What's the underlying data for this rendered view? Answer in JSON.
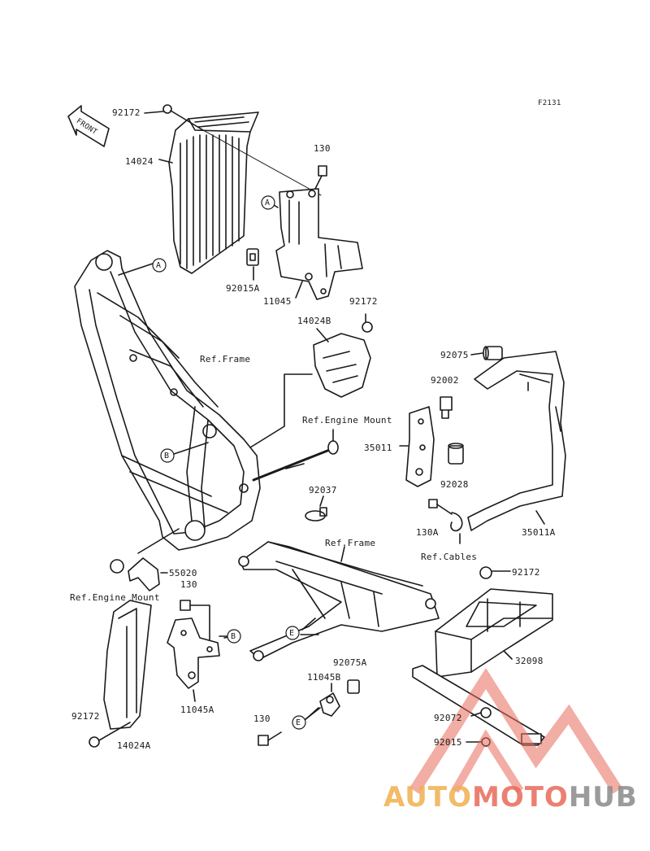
{
  "figure_code": "F2131",
  "front_arrow_text": "FRONT",
  "callouts": {
    "a": "A",
    "b": "B",
    "e": "E"
  },
  "parts": {
    "p92172_top": "92172",
    "p14024": "14024",
    "p130_top": "130",
    "p92015A": "92015A",
    "p11045": "11045",
    "p92172_mid": "92172",
    "p14024B": "14024B",
    "p92075": "92075",
    "p92002": "92002",
    "p35011": "35011",
    "p92028": "92028",
    "p92037": "92037",
    "p130A": "130A",
    "p35011A": "35011A",
    "p92172_right": "92172",
    "p55020": "55020",
    "p130_left": "130",
    "p32098": "32098",
    "p92075A": "92075A",
    "p11045B": "11045B",
    "p11045A": "11045A",
    "p92172_bottom": "92172",
    "p14024A": "14024A",
    "p130_bottom": "130",
    "p92072": "92072",
    "p92015": "92015"
  },
  "refs": {
    "frame_1": "Ref.Frame",
    "engine_mount_1": "Ref.Engine Mount",
    "frame_2": "Ref.Frame",
    "cables": "Ref.Cables",
    "engine_mount_2": "Ref.Engine Mount"
  },
  "watermark": {
    "part1": "AUTO",
    "part2": "MOTO",
    "part3": "HUB",
    "color1": "#f0b050",
    "color2": "#e86a5a",
    "color3": "#8a8a8a"
  }
}
